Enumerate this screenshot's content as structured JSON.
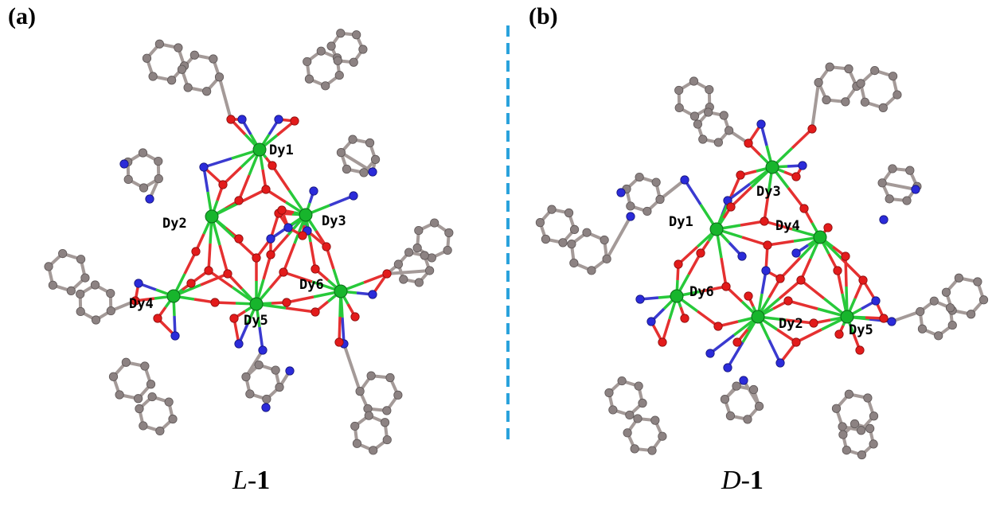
{
  "panels": [
    {
      "label": "(a)",
      "caption_isomer": "L",
      "caption_suffix": "-",
      "caption_number": "1",
      "metal_labels": [
        "Dy1",
        "Dy2",
        "Dy3",
        "Dy4",
        "Dy5",
        "Dy6"
      ]
    },
    {
      "label": "(b)",
      "caption_isomer": "D",
      "caption_suffix": "-",
      "caption_number": "1",
      "metal_labels": [
        "Dy1",
        "Dy2",
        "Dy3",
        "Dy4",
        "Dy5",
        "Dy6"
      ]
    }
  ],
  "colors": {
    "carbon": "#8c8282",
    "nitrogen": "#2b2bd9",
    "oxygen": "#e21b1b",
    "dysprosium": "#17b52c",
    "bond_n": "#3a3ad0",
    "bond_o": "#e53030",
    "bond_dy": "#27c93a",
    "bond_c": "#a49a98",
    "divider": "#2aa2dc"
  }
}
